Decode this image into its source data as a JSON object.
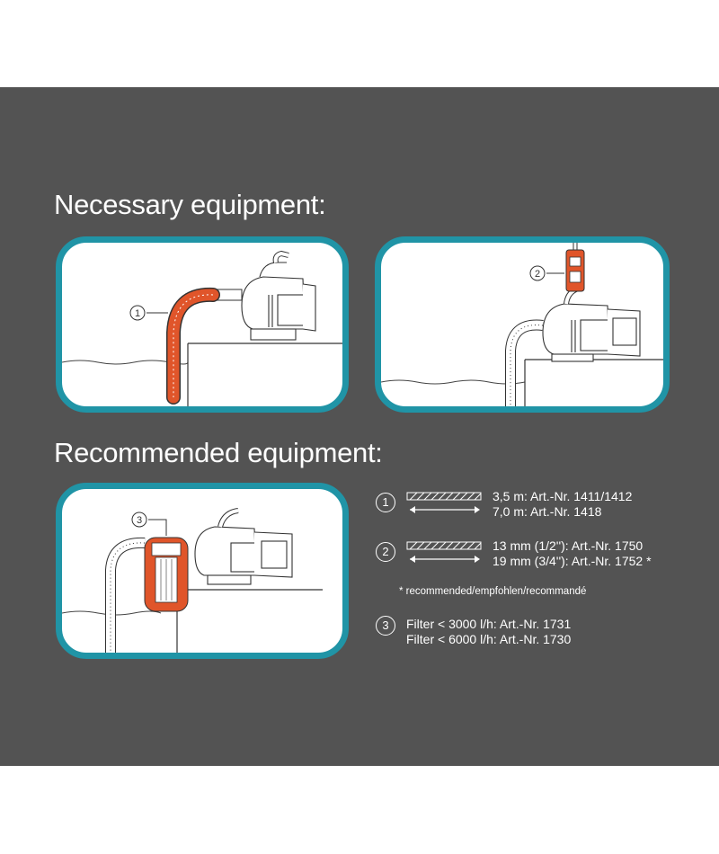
{
  "colors": {
    "band": "#535353",
    "frame": "#2094a6",
    "highlight": "#e0552a",
    "text": "#ffffff"
  },
  "headings": {
    "necessary": "Necessary equipment:",
    "recommended": "Recommended equipment:"
  },
  "callouts": {
    "one": "1",
    "two": "2",
    "three": "3"
  },
  "icons": [
    "hose-icon",
    "double-arrow-icon",
    "pump-icon",
    "connector-icon",
    "filter-icon"
  ],
  "legend": {
    "item1": {
      "number": "1",
      "line1": "3,5 m: Art.-Nr. 1411/1412",
      "line2": "7,0 m: Art.-Nr. 1418"
    },
    "item2": {
      "number": "2",
      "line1": "13 mm (1/2''): Art.-Nr. 1750",
      "line2": "19 mm (3/4''): Art.-Nr. 1752 *"
    },
    "note": "* recommended/empfohlen/recommandé",
    "item3": {
      "number": "3",
      "line1": "Filter < 3000 l/h: Art.-Nr. 1731",
      "line2": "Filter < 6000 l/h: Art.-Nr. 1730"
    }
  }
}
